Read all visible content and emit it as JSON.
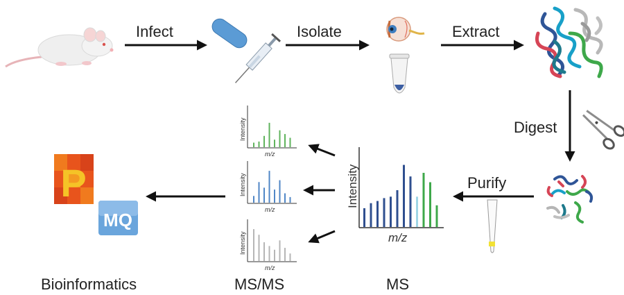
{
  "steps": {
    "infect": "Infect",
    "isolate": "Isolate",
    "extract": "Extract",
    "digest": "Digest",
    "purify": "Purify"
  },
  "captions": {
    "bioinformatics": "Bioinformatics",
    "msms": "MS/MS",
    "ms": "MS"
  },
  "axes": {
    "intensity": "Intensity",
    "mz": "m/z"
  },
  "logos": {
    "maxquant_letters": "MQ",
    "perseus_letter": "P"
  },
  "colors": {
    "arrow": "#111111",
    "ms_dark_blue": "#2f4f8f",
    "ms_light_blue": "#3f79c4",
    "ms_cyan": "#9fd6e6",
    "ms_green": "#3ea84a",
    "msms_green": "#5fb35c",
    "msms_blue": "#4f86c6",
    "msms_gray": "#b5b5b5",
    "perseus_orange": "#f08a1c",
    "maxquant_blue": "#6aa5dc"
  },
  "chart_data": [
    {
      "type": "bar",
      "title": "",
      "xlabel": "m/z",
      "ylabel": "Intensity",
      "series": [
        {
          "color": "#2f4f8f",
          "values": [
            0.26,
            0.33,
            0.36,
            0.4,
            0.42,
            0.51,
            0.86,
            0.7
          ]
        },
        {
          "color": "#9fd6e6",
          "values": [
            0.42
          ]
        },
        {
          "color": "#3ea84a",
          "values": [
            0.75,
            0.62,
            0.3
          ]
        }
      ]
    },
    {
      "type": "bar",
      "xlabel": "m/z",
      "ylabel": "Intensity",
      "series": [
        {
          "color": "#5fb35c",
          "values": [
            0.12,
            0.15,
            0.3,
            0.65,
            0.2,
            0.45,
            0.35,
            0.25
          ]
        }
      ]
    },
    {
      "type": "bar",
      "xlabel": "m/z",
      "ylabel": "Intensity",
      "series": [
        {
          "color": "#4f86c6",
          "values": [
            0.18,
            0.55,
            0.4,
            0.85,
            0.35,
            0.6,
            0.25,
            0.15
          ]
        }
      ]
    },
    {
      "type": "bar",
      "xlabel": "m/z",
      "ylabel": "Intensity",
      "series": [
        {
          "color": "#b5b5b5",
          "values": [
            0.85,
            0.7,
            0.5,
            0.4,
            0.3,
            0.55,
            0.35,
            0.2
          ]
        }
      ]
    }
  ]
}
